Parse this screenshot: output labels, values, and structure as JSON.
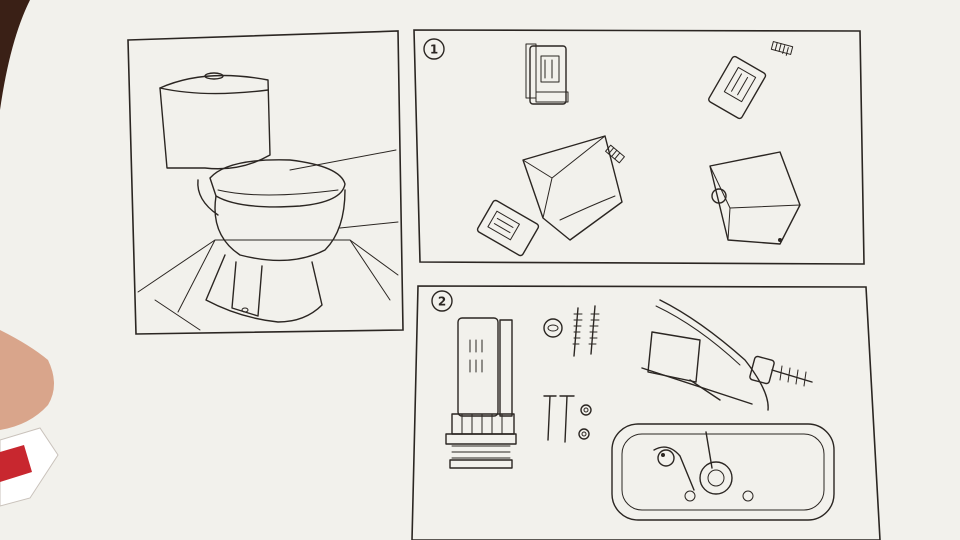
{
  "document": {
    "type": "installation-instruction-sheet",
    "paper_color": "#f2f1ec",
    "ink_color": "#2b2622",
    "background_color": "#3a2016"
  },
  "panels": [
    {
      "id": "overview",
      "label": "",
      "content": "toilet-assembled-illustration"
    },
    {
      "id": "step-1",
      "label": "1",
      "content": "remove-old-flush-valve-illustration"
    },
    {
      "id": "step-2",
      "label": "2",
      "content": "new-flush-kit-parts-illustration"
    }
  ]
}
